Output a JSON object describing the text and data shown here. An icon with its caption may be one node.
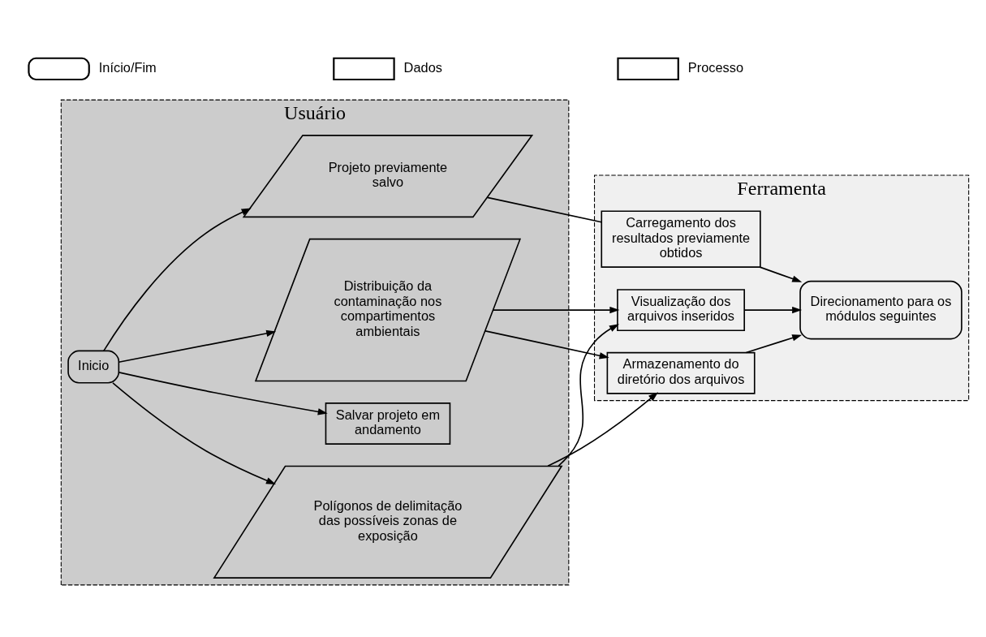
{
  "diagram": {
    "nodes": [
      {
        "text": [
          "Usuário"
        ]
      },
      {
        "text": [
          "Ferramenta"
        ]
      },
      {
        "text": [
          "Inicio"
        ],
        "in": 0
      },
      {
        "text": [
          "Distribuição da contaminação nos compartimentos ambientais"
        ],
        "in": 0
      },
      {
        "text": [
          "Polígonos de delimitação das possíveis zonas de exposição"
        ],
        "in": 0
      },
      {
        "text": [
          "Projeto previamente salvo"
        ],
        "in": 0
      },
      {
        "text": [
          "Salvar projeto em andamento"
        ],
        "in": 0
      },
      {
        "text": [
          "Armazenamento do diretório dos arquivos"
        ],
        "in": 1
      },
      {
        "text": [
          "Visualização dos arquivos inseridos"
        ],
        "in": 1
      },
      {
        "text": [
          "Carregamento dos resultados previamente obtidos"
        ],
        "in": 1
      },
      {
        "text": [
          "Direcionamento para os módulos seguintes"
        ],
        "in": 1
      }
    ],
    "edges": [
      {
        "from": 2,
        "to": 3,
        "arrow": "to"
      },
      {
        "from": 2,
        "to": 4,
        "arrow": "to"
      },
      {
        "from": 2,
        "to": 5,
        "arrow": "to"
      },
      {
        "from": 2,
        "to": 6,
        "arrow": "to"
      },
      {
        "from": 3,
        "to": 7,
        "arrow": "to"
      },
      {
        "from": 3,
        "to": 8,
        "arrow": "to"
      },
      {
        "from": 4,
        "to": 7,
        "arrow": "to"
      },
      {
        "from": 4,
        "to": 8,
        "arrow": "to"
      },
      {
        "from": 5,
        "to": 9,
        "arrow": "none"
      },
      {
        "from": 9,
        "to": 10,
        "arrow": "to"
      },
      {
        "from": 7,
        "to": 10,
        "arrow": "to"
      },
      {
        "from": 8,
        "to": 10,
        "arrow": "to"
      }
    ],
    "legend": [
      {
        "text": "Início/Fim"
      },
      {
        "text": "Dados"
      },
      {
        "text": "Processo"
      }
    ]
  }
}
